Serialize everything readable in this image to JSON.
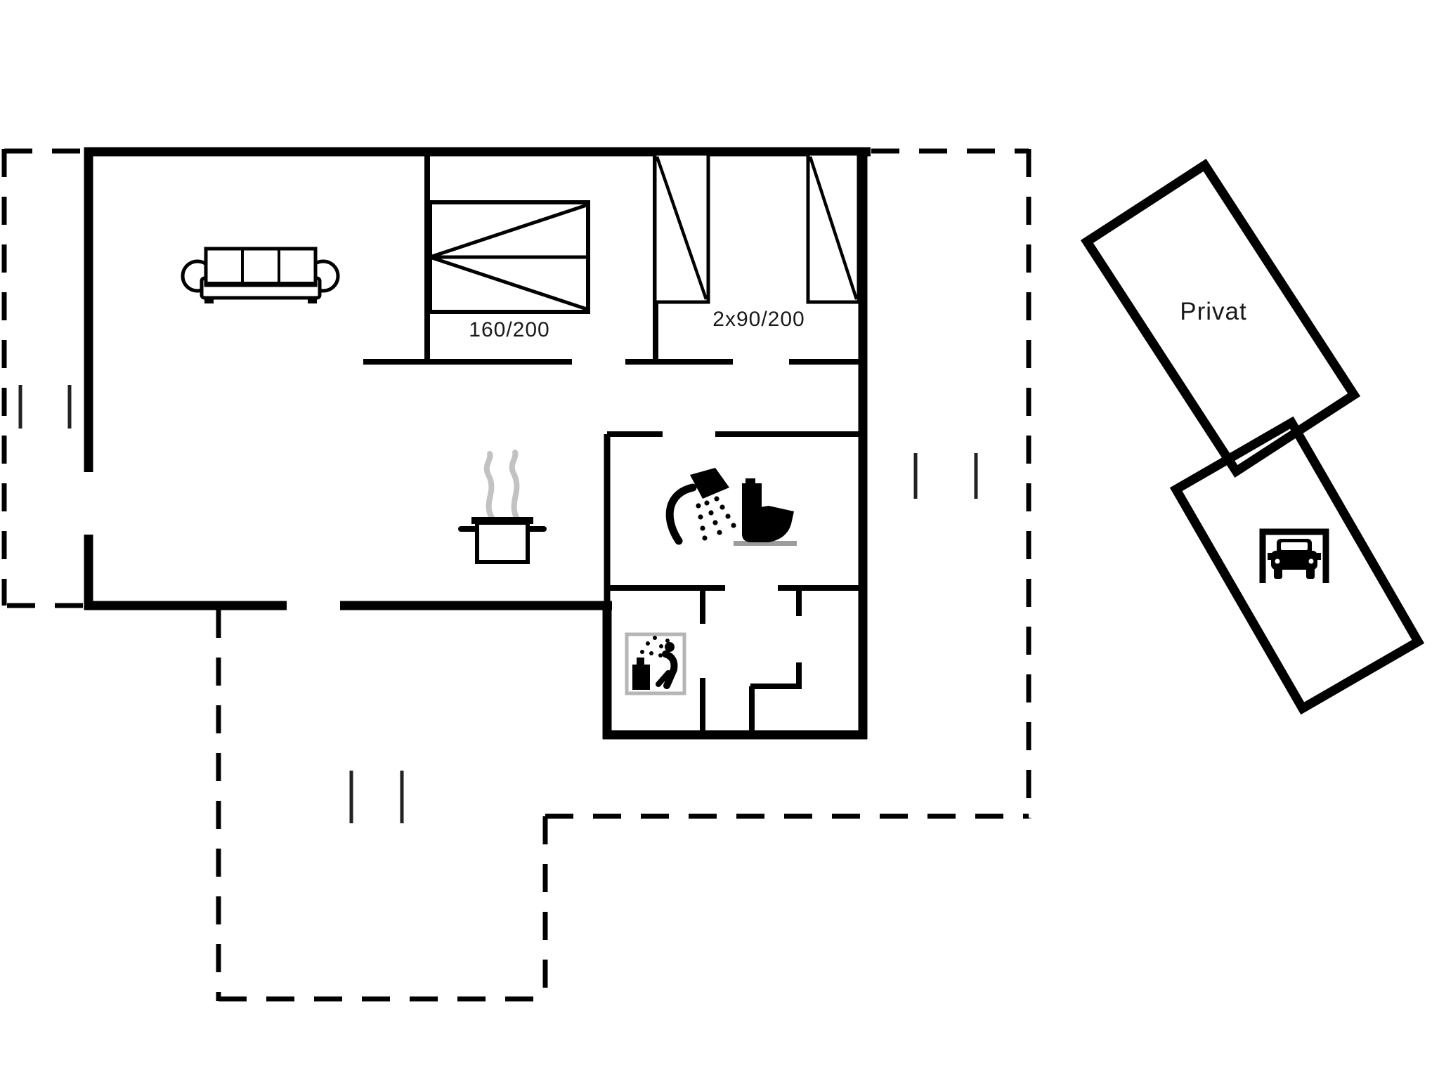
{
  "plan": {
    "background_color": "#ffffff",
    "wall_color": "#000000",
    "steam_color": "#c2c2c2",
    "icon_frame_gray": "#b5b5b5",
    "labels": {
      "double_bed_size": "160/200",
      "twin_bed_size": "2x90/200",
      "private_area": "Privat"
    }
  }
}
